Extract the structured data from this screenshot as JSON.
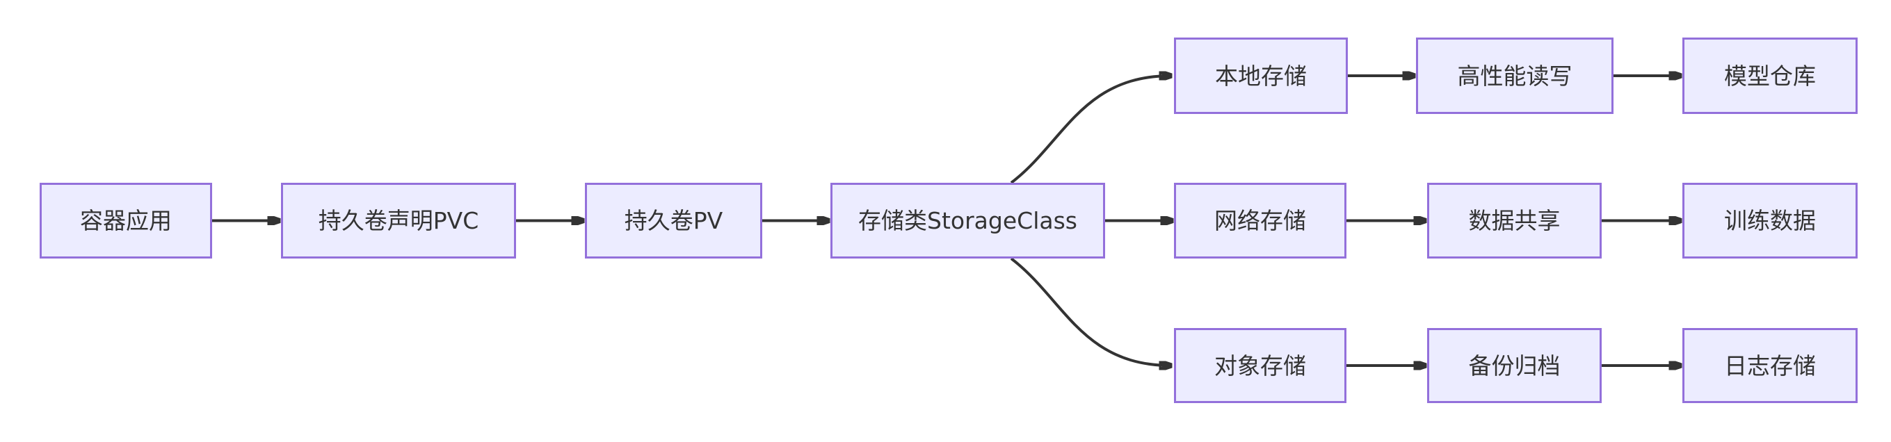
{
  "diagram": {
    "type": "flowchart-left-to-right",
    "colors": {
      "background": "#ffffff",
      "node_fill": "#ECECFF",
      "node_border": "#9370DB",
      "edge_color": "#333333",
      "text_color": "#333333"
    },
    "nodes": [
      {
        "id": "app",
        "label": "容器应用"
      },
      {
        "id": "pvc",
        "label": "持久卷声明PVC"
      },
      {
        "id": "pv",
        "label": "持久卷PV"
      },
      {
        "id": "sc",
        "label": "存储类StorageClass"
      },
      {
        "id": "local",
        "label": "本地存储"
      },
      {
        "id": "perf",
        "label": "高性能读写"
      },
      {
        "id": "model",
        "label": "模型仓库"
      },
      {
        "id": "network",
        "label": "网络存储"
      },
      {
        "id": "share",
        "label": "数据共享"
      },
      {
        "id": "train",
        "label": "训练数据"
      },
      {
        "id": "object",
        "label": "对象存储"
      },
      {
        "id": "backup",
        "label": "备份归档"
      },
      {
        "id": "log",
        "label": "日志存储"
      }
    ],
    "edges": [
      {
        "from": "容器应用",
        "to": "持久卷声明PVC"
      },
      {
        "from": "持久卷声明PVC",
        "to": "持久卷PV"
      },
      {
        "from": "持久卷PV",
        "to": "存储类StorageClass"
      },
      {
        "from": "存储类StorageClass",
        "to": "本地存储"
      },
      {
        "from": "存储类StorageClass",
        "to": "网络存储"
      },
      {
        "from": "存储类StorageClass",
        "to": "对象存储"
      },
      {
        "from": "本地存储",
        "to": "高性能读写"
      },
      {
        "from": "高性能读写",
        "to": "模型仓库"
      },
      {
        "from": "网络存储",
        "to": "数据共享"
      },
      {
        "from": "数据共享",
        "to": "训练数据"
      },
      {
        "from": "对象存储",
        "to": "备份归档"
      },
      {
        "from": "备份归档",
        "to": "日志存储"
      }
    ]
  }
}
